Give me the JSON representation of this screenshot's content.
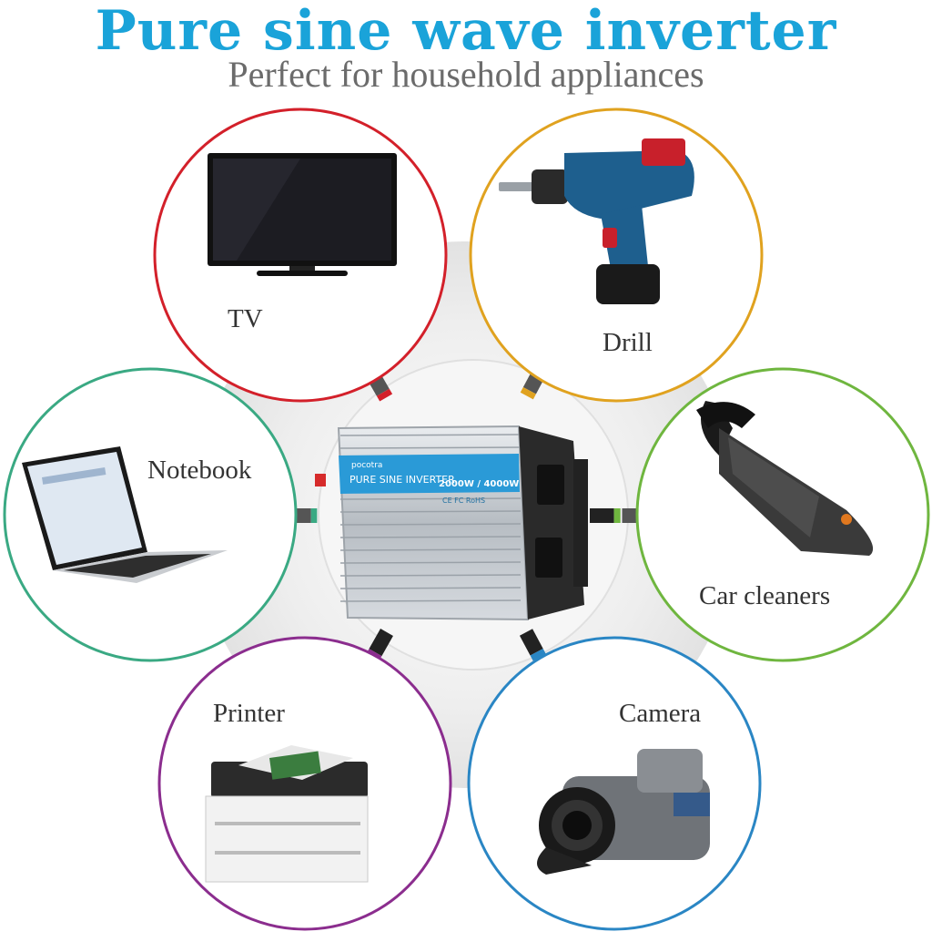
{
  "header": {
    "title": "Pure sine wave inverter",
    "subtitle": "Perfect for household appliances"
  },
  "colors": {
    "title": "#1aa3d9",
    "subtitle": "#6b6b6b",
    "tv": "#d3202a",
    "drill": "#e0a21f",
    "notebook": "#3aa983",
    "car_cleaners": "#6fb63f",
    "printer": "#8b2d8e",
    "camera": "#2a86c4"
  },
  "appliances": {
    "tv": "TV",
    "drill": "Drill",
    "notebook": "Notebook",
    "car_cleaners": "Car cleaners",
    "printer": "Printer",
    "camera": "Camera"
  },
  "product": {
    "brand": "pocotra",
    "name": "PURE SINE INVERTER",
    "rating": "2000W / 4000W",
    "marks": "CE FC RoHS"
  },
  "icons": {
    "tv": "tv-icon",
    "drill": "drill-icon",
    "notebook": "laptop-icon",
    "car_cleaners": "handheld-vacuum-icon",
    "printer": "printer-icon",
    "camera": "camcorder-icon",
    "center": "inverter-icon"
  }
}
